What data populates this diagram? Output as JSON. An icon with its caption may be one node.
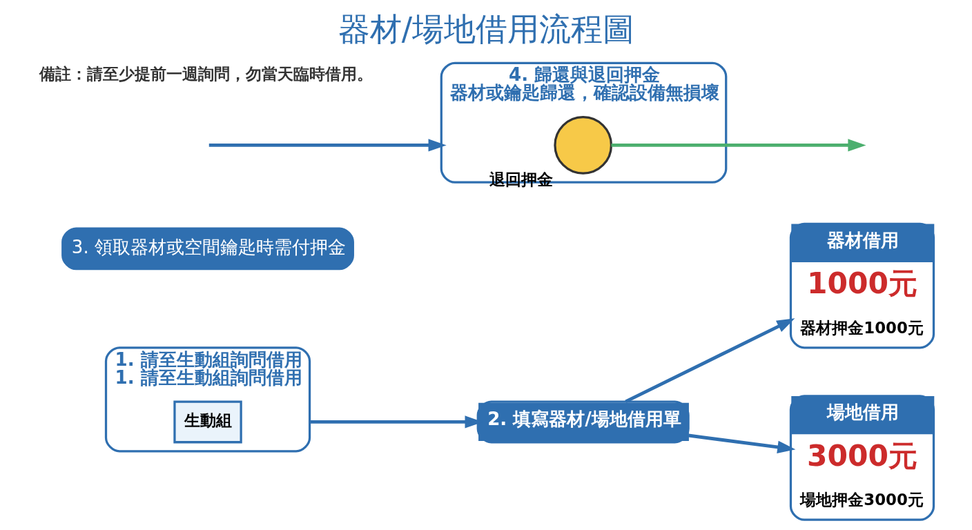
{
  "diagram": {
    "title": "器材/場地借用流程圖",
    "nodes": [
      {
        "text": [
          "1. 請至生動組詢問借用",
          "1. 請至生動組詢問借用"
        ]
      },
      {
        "text": [
          "生動組"
        ],
        "in": 0
      },
      {
        "text": [
          "2. 填寫器材/場地借用單"
        ]
      },
      {
        "text": [
          "3. 領取器材或空間鑰匙時需付押金"
        ]
      },
      {
        "text": [
          "器材借用",
          "1000元",
          "器材押金1000元"
        ]
      },
      {
        "text": [
          "場地借用",
          "3000元",
          "場地押金3000元"
        ]
      },
      {
        "text": [
          "4. 歸還與退回押金",
          "器材或鑰匙歸還，確認設備無損壞"
        ]
      },
      {
        "text": [],
        "shape": "circle",
        "beside": [
          "退回押金"
        ],
        "in": 6
      }
    ],
    "edges": [
      {
        "from": 0,
        "to": 2,
        "arrow": "to"
      },
      {
        "from": 2,
        "to": 4,
        "arrow": "to"
      },
      {
        "from": 2,
        "to": 5,
        "arrow": "to"
      },
      {
        "from": null,
        "to": 6,
        "arrow": "to"
      },
      {
        "from": 7,
        "to": null,
        "arrow": "to",
        "color": "#4caf6e"
      }
    ],
    "labels": [
      "備註：請至少提前一週詢問，勿當天臨時借用。"
    ]
  }
}
